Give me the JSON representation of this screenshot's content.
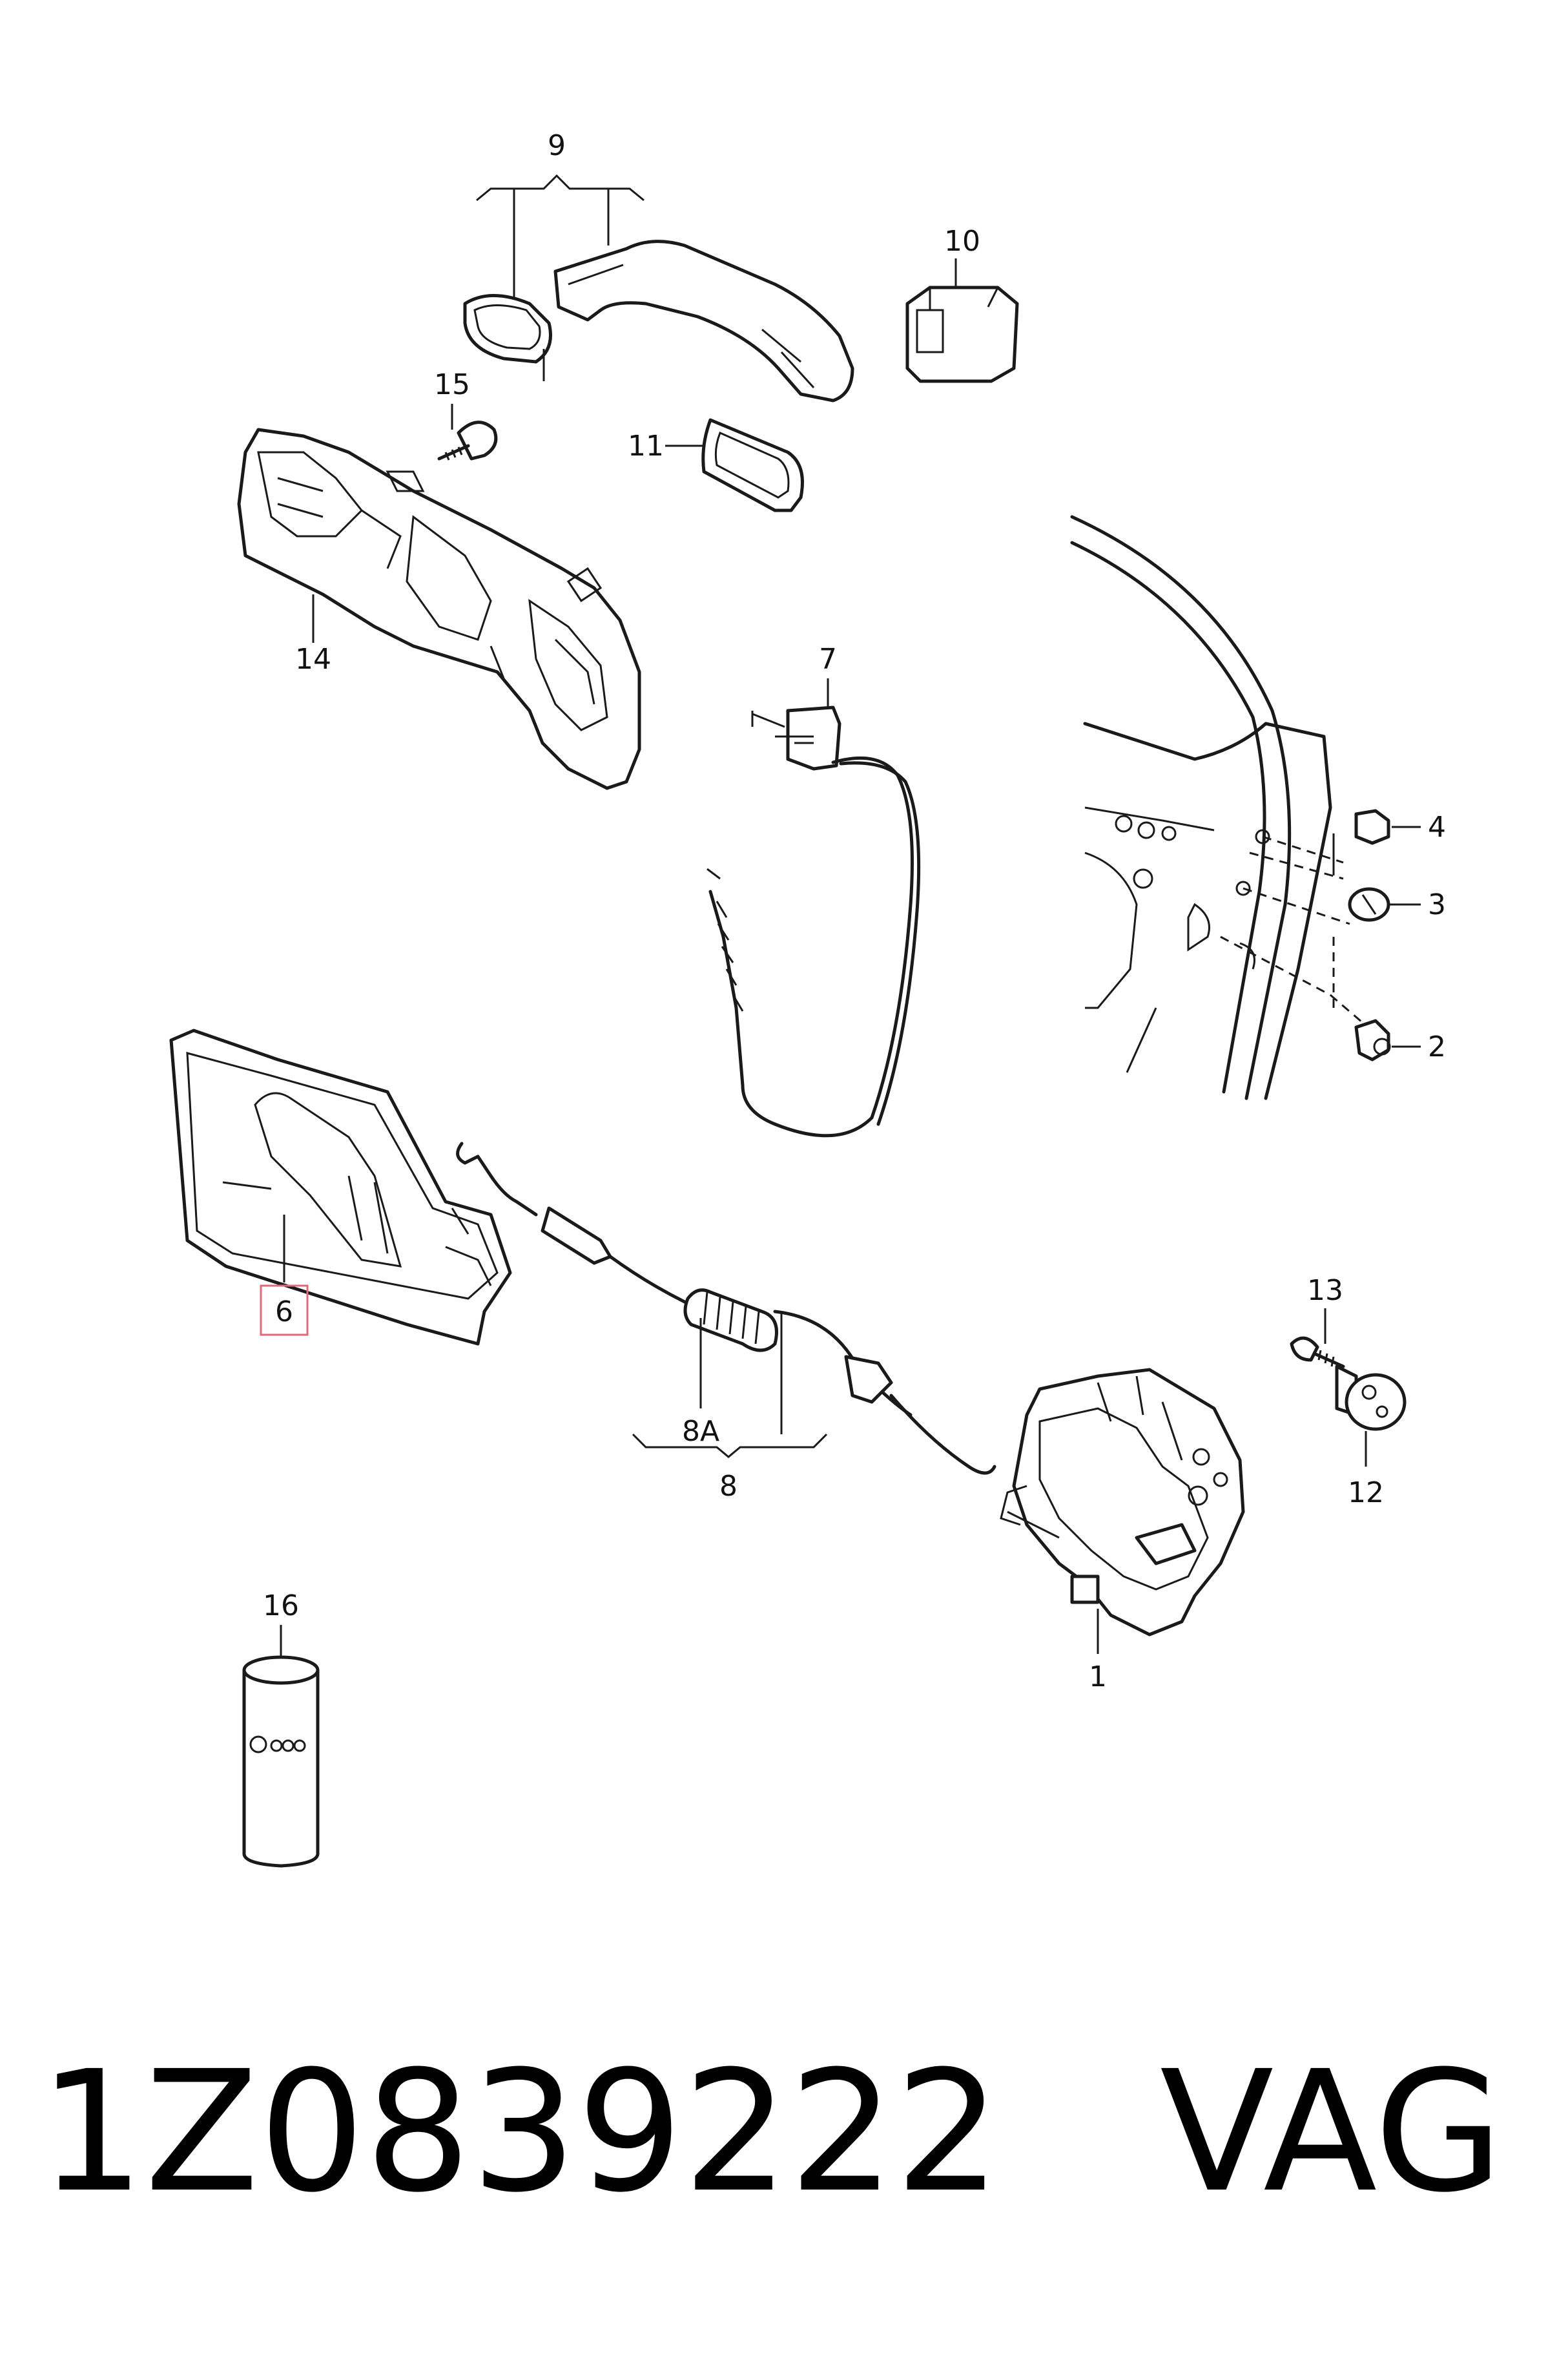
{
  "diagram": {
    "callouts": [
      {
        "id": "c9",
        "text": "9"
      },
      {
        "id": "c10",
        "text": "10"
      },
      {
        "id": "c15",
        "text": "15"
      },
      {
        "id": "c11",
        "text": "11"
      },
      {
        "id": "c14",
        "text": "14"
      },
      {
        "id": "c7",
        "text": "7"
      },
      {
        "id": "c4",
        "text": "4"
      },
      {
        "id": "c3",
        "text": "3"
      },
      {
        "id": "c2",
        "text": "2"
      },
      {
        "id": "c6",
        "text": "6",
        "highlighted": true
      },
      {
        "id": "c13",
        "text": "13"
      },
      {
        "id": "c8A",
        "text": "8A"
      },
      {
        "id": "c8",
        "text": "8"
      },
      {
        "id": "c12",
        "text": "12"
      },
      {
        "id": "c16",
        "text": "16"
      },
      {
        "id": "c1",
        "text": "1"
      }
    ],
    "highlight_color": "#e06a7a"
  },
  "footer": {
    "part_number": "1Z0839222",
    "brand": "VAG"
  }
}
